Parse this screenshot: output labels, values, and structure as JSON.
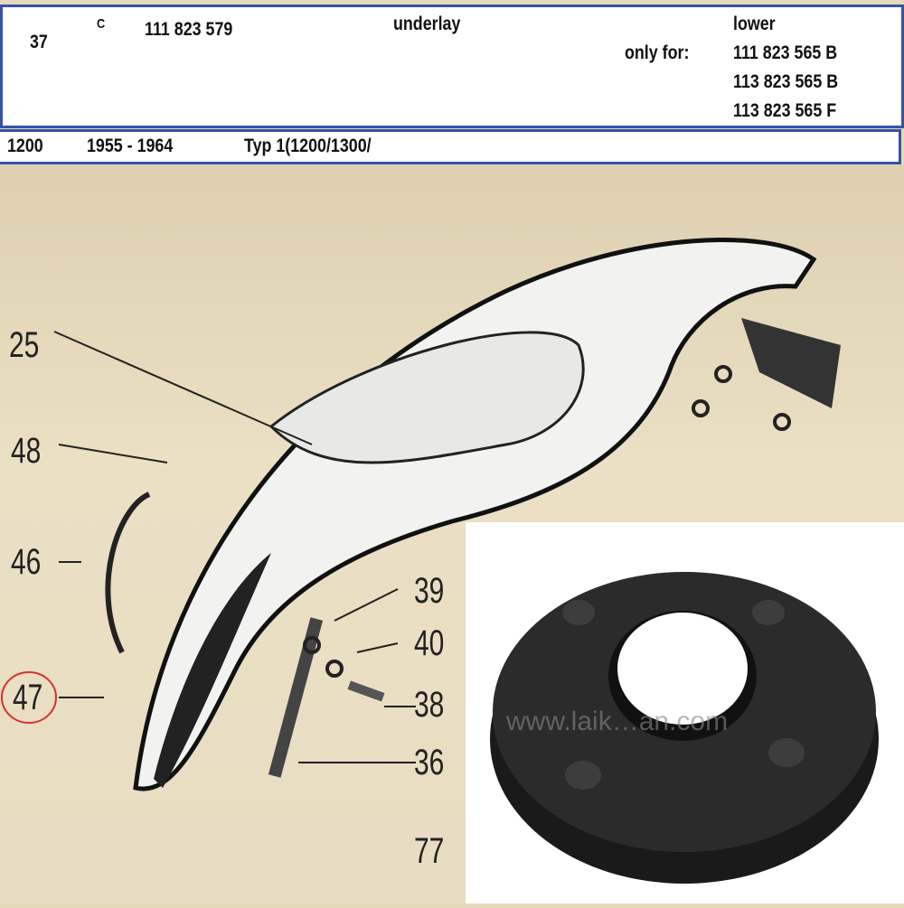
{
  "part": {
    "position": "37",
    "code": "C",
    "number": "111 823 579",
    "description": "underlay",
    "note": "lower",
    "only_for_label": "only for:",
    "applies_to": [
      "111 823 565 B",
      "113 823 565 B",
      "113 823 565 F"
    ]
  },
  "model": {
    "engine": "1200",
    "years": "1955 - 1964",
    "type": "Typ 1(1200/1300/"
  },
  "diagram": {
    "labels": [
      "25",
      "48",
      "46",
      "47",
      "39",
      "40",
      "38",
      "36",
      "77"
    ],
    "highlighted": "47",
    "highlight_color": "#d9302c"
  },
  "photo": {
    "watermark": "www.laik…an.com"
  }
}
